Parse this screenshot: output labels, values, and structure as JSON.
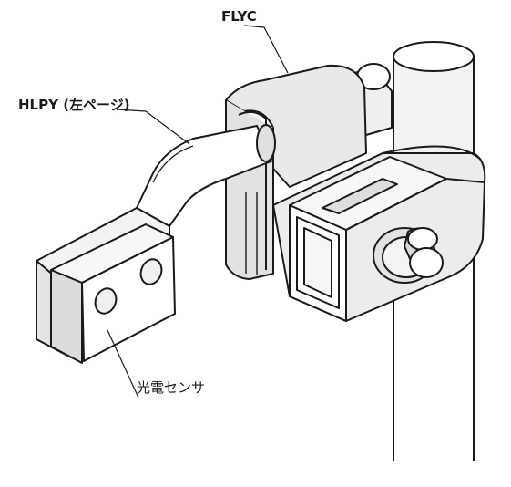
{
  "labels": {
    "flyc": "FLYC",
    "hlpy": "HLPY (左ページ)",
    "sensor": "光電センサ"
  },
  "colors": {
    "line": "#1a1a1a",
    "fill_light": "#ffffff",
    "fill_shade": "#e6e6e6",
    "fill_dark": "#cfcfcf"
  }
}
